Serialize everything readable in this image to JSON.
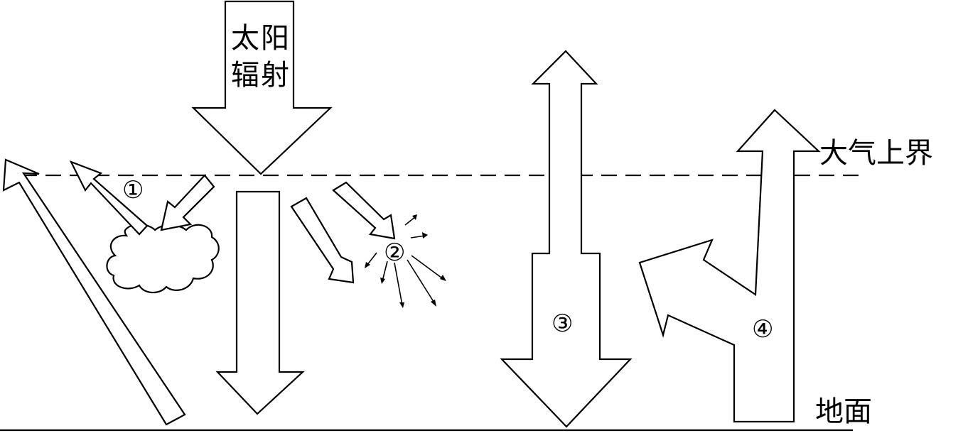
{
  "labels": {
    "solar_radiation_line1": "太阳",
    "solar_radiation_line2": "辐射",
    "upper_atmosphere": "大气上界",
    "ground": "地面"
  },
  "markers": {
    "m1": "①",
    "m2": "②",
    "m3": "③",
    "m4": "④"
  },
  "colors": {
    "stroke": "#000000",
    "fill": "#ffffff",
    "text": "#000000"
  }
}
